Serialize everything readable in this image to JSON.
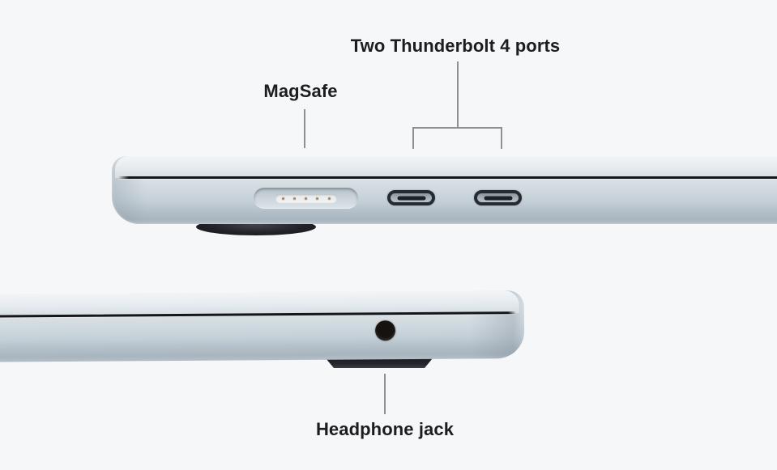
{
  "callouts": {
    "thunderbolt": {
      "label": "Two Thunderbolt 4 ports"
    },
    "magsafe": {
      "label": "MagSafe"
    },
    "headphone": {
      "label": "Headphone jack"
    }
  },
  "colors": {
    "background": "#f6f7f9",
    "label_text": "#1d1d1f",
    "callout_line": "#8f8f8f",
    "laptop_finish_highlight": "#e5ebee",
    "laptop_finish_shadow": "#a8b5bf",
    "seam": "#14161a",
    "port_dark": "#262a31",
    "magsafe_pin": "#b98a62",
    "foot_rubber": "#222329"
  }
}
